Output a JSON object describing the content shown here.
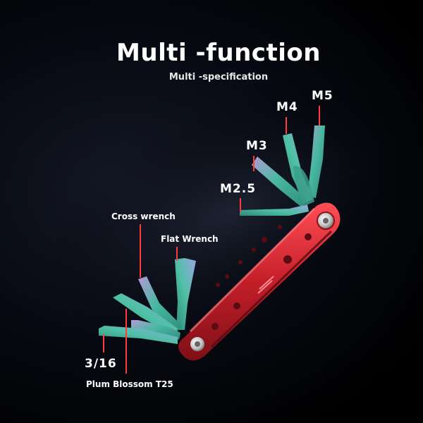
{
  "heading": {
    "title": "Multi -function",
    "subtitle": "Multi -specification"
  },
  "labels": {
    "m5": "M5",
    "m4": "M4",
    "m3": "M3",
    "m25": "M2.5",
    "cross_wrench": "Cross wrench",
    "flat_wrench": "Flat Wrench",
    "size_3_16": "3/16",
    "plum_blossom": "Plum Blossom T25"
  },
  "colors": {
    "body_red": "#c8202a",
    "leader_red": "#ff3b3b",
    "bit_teal": "#3fae9a",
    "bit_purple": "#8a6fd0"
  }
}
